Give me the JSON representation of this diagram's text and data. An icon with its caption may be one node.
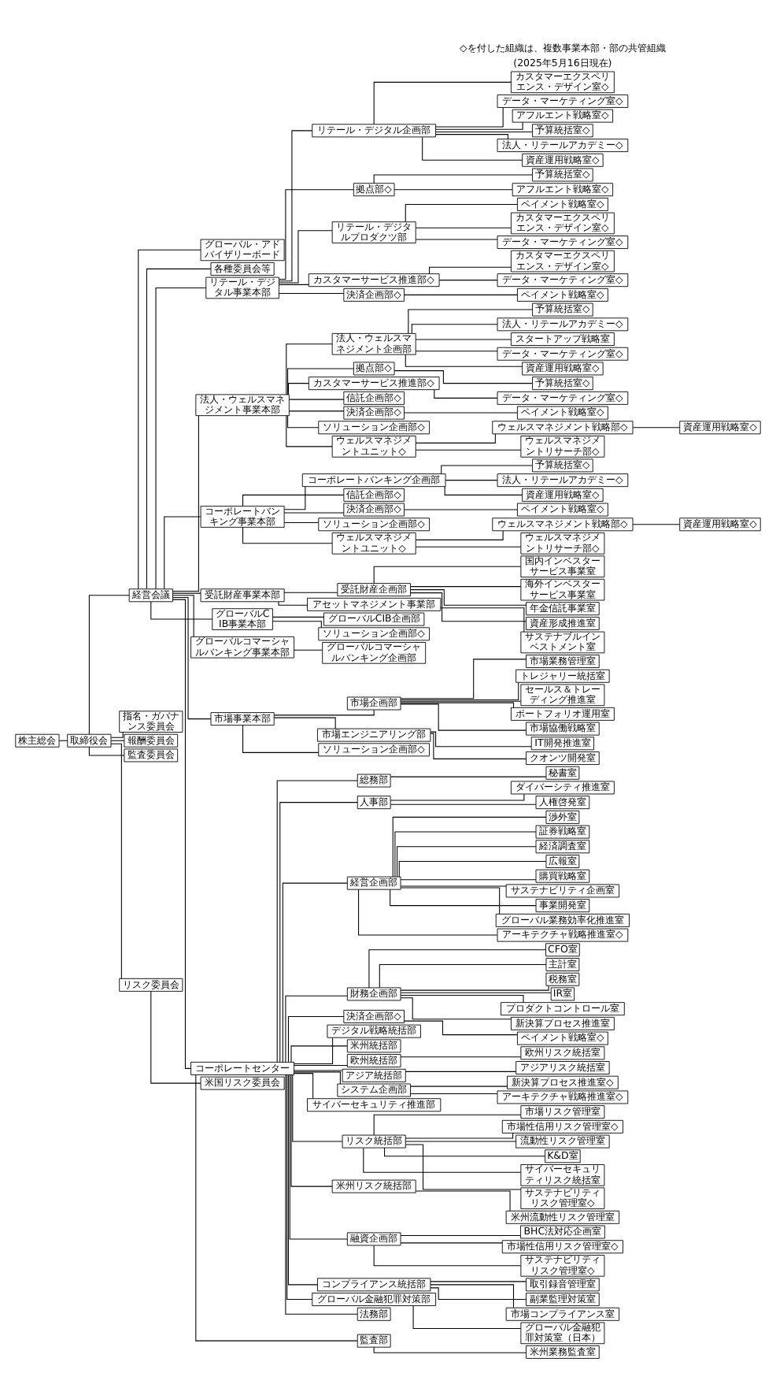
{
  "diagram": {
    "nodes": [
      {
        "text": [
          "株主総会"
        ]
      },
      {
        "text": [
          "取締役会"
        ]
      },
      {
        "text": [
          "経営会議"
        ]
      },
      {
        "text": [
          "グローバル・アドバイザリーボード"
        ]
      },
      {
        "text": [
          "各種委員会等"
        ]
      },
      {
        "text": [
          "指名・ガバナンス委員会"
        ]
      },
      {
        "text": [
          "報酬委員会"
        ]
      },
      {
        "text": [
          "監査委員会"
        ]
      },
      {
        "text": [
          "リスク委員会"
        ]
      },
      {
        "text": [
          "米国リスク委員会"
        ]
      },
      {
        "text": [
          "リテール・デジタル事業本部"
        ]
      },
      {
        "text": [
          "リテール・デジタル企画部"
        ]
      },
      {
        "text": [
          "カスタマーエクスペリエンス・デザイン室◇"
        ]
      },
      {
        "text": [
          "データ・マーケティング室◇"
        ]
      },
      {
        "text": [
          "アフルエント戦略室◇"
        ]
      },
      {
        "text": [
          "予算統括室◇"
        ]
      },
      {
        "text": [
          "法人・リテールアカデミー◇"
        ]
      },
      {
        "text": [
          "資産運用戦略室◇"
        ]
      },
      {
        "text": [
          "拠点部◇"
        ]
      },
      {
        "text": [
          "予算統括室◇"
        ]
      },
      {
        "text": [
          "アフルエント戦略室◇"
        ]
      },
      {
        "text": [
          "リテール・デジタルプロダクツ部"
        ]
      },
      {
        "text": [
          "ペイメント戦略室◇"
        ]
      },
      {
        "text": [
          "カスタマーエクスペリエンス・デザイン室◇"
        ]
      },
      {
        "text": [
          "データ・マーケティング室◇"
        ]
      },
      {
        "text": [
          "カスタマーサービス推進部◇"
        ]
      },
      {
        "text": [
          "カスタマーエクスペリエンス・デザイン室◇"
        ]
      },
      {
        "text": [
          "データ・マーケティング室◇"
        ]
      },
      {
        "text": [
          "決済企画部◇"
        ]
      },
      {
        "text": [
          "ペイメント戦略室◇"
        ]
      },
      {
        "text": [
          "法人・ウェルスマネジメント事業本部"
        ]
      },
      {
        "text": [
          "法人・ウェルスマネジメント企画部"
        ]
      },
      {
        "text": [
          "予算統括室◇"
        ]
      },
      {
        "text": [
          "法人・リテールアカデミー◇"
        ]
      },
      {
        "text": [
          "スタートアップ戦略室"
        ]
      },
      {
        "text": [
          "データ・マーケティング室◇"
        ]
      },
      {
        "text": [
          "資産運用戦略室◇"
        ]
      },
      {
        "text": [
          "拠点部◇"
        ]
      },
      {
        "text": [
          "予算統括室◇"
        ]
      },
      {
        "text": [
          "カスタマーサービス推進部◇"
        ]
      },
      {
        "text": [
          "データ・マーケティング室◇"
        ]
      },
      {
        "text": [
          "信託企画部◇"
        ]
      },
      {
        "text": [
          "決済企画部◇"
        ]
      },
      {
        "text": [
          "ペイメント戦略室◇"
        ]
      },
      {
        "text": [
          "ソリューション企画部◇"
        ]
      },
      {
        "text": [
          "ウェルスマネジメントユニット◇"
        ]
      },
      {
        "text": [
          "ウェルスマネジメント戦略部◇"
        ]
      },
      {
        "text": [
          "資産運用戦略室◇"
        ]
      },
      {
        "text": [
          "ウェルスマネジメントリサーチ部◇"
        ]
      },
      {
        "text": [
          "コーポレートバンキング事業本部"
        ]
      },
      {
        "text": [
          "コーポレートバンキング企画部"
        ]
      },
      {
        "text": [
          "予算統括室◇"
        ]
      },
      {
        "text": [
          "法人・リテールアカデミー◇"
        ]
      },
      {
        "text": [
          "資産運用戦略室◇"
        ]
      },
      {
        "text": [
          "信託企画部◇"
        ]
      },
      {
        "text": [
          "決済企画部◇"
        ]
      },
      {
        "text": [
          "ペイメント戦略室◇"
        ]
      },
      {
        "text": [
          "ソリューション企画部◇"
        ]
      },
      {
        "text": [
          "ウェルスマネジメントユニット◇"
        ]
      },
      {
        "text": [
          "ウェルスマネジメント戦略部◇"
        ]
      },
      {
        "text": [
          "資産運用戦略室◇"
        ]
      },
      {
        "text": [
          "ウェルスマネジメントリサーチ部◇"
        ]
      },
      {
        "text": [
          "受託財産事業本部"
        ]
      },
      {
        "text": [
          "受託財産企画部"
        ]
      },
      {
        "text": [
          "国内インベスターサービス事業室"
        ]
      },
      {
        "text": [
          "海外インベスターサービス事業室"
        ]
      },
      {
        "text": [
          "年金信託事業室"
        ]
      },
      {
        "text": [
          "資産形成推進室"
        ]
      },
      {
        "text": [
          "アセットマネジメント事業部"
        ]
      },
      {
        "text": [
          "サステナブルインベストメント室"
        ]
      },
      {
        "text": [
          "グローバルCIB事業本部"
        ]
      },
      {
        "text": [
          "グローバルCIB企画部"
        ]
      },
      {
        "text": [
          "ソリューション企画部◇"
        ]
      },
      {
        "text": [
          "グローバルコマーシャルバンキング事業本部"
        ]
      },
      {
        "text": [
          "グローバルコマーシャルバンキング企画部"
        ]
      },
      {
        "text": [
          "市場事業本部"
        ]
      },
      {
        "text": [
          "市場企画部"
        ]
      },
      {
        "text": [
          "市場業務管理室"
        ]
      },
      {
        "text": [
          "トレジャリー統括室"
        ]
      },
      {
        "text": [
          "セールス＆トレーディング推進室"
        ]
      },
      {
        "text": [
          "ポートフォリオ運用室"
        ]
      },
      {
        "text": [
          "市場協働戦略室"
        ]
      },
      {
        "text": [
          "市場エンジニアリング部"
        ]
      },
      {
        "text": [
          "IT開発推進室"
        ]
      },
      {
        "text": [
          "クオンツ開発室"
        ]
      },
      {
        "text": [
          "ソリューション企画部◇"
        ]
      },
      {
        "text": [
          "コーポレートセンター"
        ]
      },
      {
        "text": [
          "総務部"
        ]
      },
      {
        "text": [
          "秘書室"
        ]
      },
      {
        "text": [
          "人事部"
        ]
      },
      {
        "text": [
          "ダイバーシティ推進室"
        ]
      },
      {
        "text": [
          "人権啓発室"
        ]
      },
      {
        "text": [
          "経営企画部"
        ]
      },
      {
        "text": [
          "渉外室"
        ]
      },
      {
        "text": [
          "証券戦略室"
        ]
      },
      {
        "text": [
          "経済調査室"
        ]
      },
      {
        "text": [
          "広報室"
        ]
      },
      {
        "text": [
          "購買戦略室"
        ]
      },
      {
        "text": [
          "サステナビリティ企画室"
        ]
      },
      {
        "text": [
          "事業開発室"
        ]
      },
      {
        "text": [
          "グローバル業務効率化推進室"
        ]
      },
      {
        "text": [
          "アーキテクチャ戦略推進室◇"
        ]
      },
      {
        "text": [
          "財務企画部"
        ]
      },
      {
        "text": [
          "CFO室"
        ]
      },
      {
        "text": [
          "主計室"
        ]
      },
      {
        "text": [
          "税務室"
        ]
      },
      {
        "text": [
          "IR室"
        ]
      },
      {
        "text": [
          "プロダクトコントロール室"
        ]
      },
      {
        "text": [
          "新決算プロセス推進室"
        ]
      },
      {
        "text": [
          "決済企画部◇"
        ]
      },
      {
        "text": [
          "ペイメント戦略室◇"
        ]
      },
      {
        "text": [
          "デジタル戦略統括部"
        ]
      },
      {
        "text": [
          "米州統括部"
        ]
      },
      {
        "text": [
          "欧州統括部"
        ]
      },
      {
        "text": [
          "欧州リスク統括室"
        ]
      },
      {
        "text": [
          "アジア統括部"
        ]
      },
      {
        "text": [
          "アジアリスク統括室"
        ]
      },
      {
        "text": [
          "システム企画部"
        ]
      },
      {
        "text": [
          "新決算プロセス推進室◇"
        ]
      },
      {
        "text": [
          "アーキテクチャ戦略推進室◇"
        ]
      },
      {
        "text": [
          "サイバーセキュリティ推進部"
        ]
      },
      {
        "text": [
          "リスク統括部"
        ]
      },
      {
        "text": [
          "市場リスク管理室"
        ]
      },
      {
        "text": [
          "市場性信用リスク管理室◇"
        ]
      },
      {
        "text": [
          "流動性リスク管理室"
        ]
      },
      {
        "text": [
          "K&D室"
        ]
      },
      {
        "text": [
          "サイバーセキュリティリスク統括室"
        ]
      },
      {
        "text": [
          "サステナビリティリスク管理室◇"
        ]
      },
      {
        "text": [
          "米州リスク統括部"
        ]
      },
      {
        "text": [
          "米州流動性リスク管理室"
        ]
      },
      {
        "text": [
          "融資企画部"
        ]
      },
      {
        "text": [
          "BHC法対応企画室"
        ]
      },
      {
        "text": [
          "市場性信用リスク管理室◇"
        ]
      },
      {
        "text": [
          "サステナビリティリスク管理室◇"
        ]
      },
      {
        "text": [
          "コンプライアンス統括部"
        ]
      },
      {
        "text": [
          "取引録音管理室"
        ]
      },
      {
        "text": [
          "副業監理対策室"
        ]
      },
      {
        "text": [
          "市場コンプライアンス室"
        ]
      },
      {
        "text": [
          "グローバル金融犯罪対策部"
        ]
      },
      {
        "text": [
          "グローバル金融犯罪対策室（日本）"
        ]
      },
      {
        "text": [
          "法務部"
        ]
      },
      {
        "text": [
          "監査部"
        ]
      },
      {
        "text": [
          "米州業務監査室"
        ]
      }
    ],
    "edges": [
      {
        "from": 0,
        "to": 1,
        "arrow": "none"
      },
      {
        "from": 1,
        "to": 2,
        "arrow": "none"
      },
      {
        "from": 2,
        "to": 3,
        "arrow": "none"
      },
      {
        "from": 2,
        "to": 4,
        "arrow": "none"
      },
      {
        "from": 1,
        "to": 5,
        "arrow": "none"
      },
      {
        "from": 1,
        "to": 6,
        "arrow": "none"
      },
      {
        "from": 1,
        "to": 7,
        "arrow": "none"
      },
      {
        "from": 1,
        "to": 8,
        "arrow": "none"
      },
      {
        "from": 8,
        "to": 9,
        "arrow": "none"
      },
      {
        "from": 2,
        "to": 10,
        "arrow": "none"
      },
      {
        "from": 2,
        "to": 30,
        "arrow": "none"
      },
      {
        "from": 2,
        "to": 49,
        "arrow": "none"
      },
      {
        "from": 2,
        "to": 62,
        "arrow": "none"
      },
      {
        "from": 2,
        "to": 70,
        "arrow": "none"
      },
      {
        "from": 2,
        "to": 73,
        "arrow": "none"
      },
      {
        "from": 2,
        "to": 75,
        "arrow": "none"
      },
      {
        "from": 2,
        "to": 86,
        "arrow": "none"
      },
      {
        "from": 10,
        "to": 11,
        "arrow": "none"
      },
      {
        "from": 11,
        "to": 12,
        "arrow": "none"
      },
      {
        "from": 11,
        "to": 13,
        "arrow": "none"
      },
      {
        "from": 11,
        "to": 14,
        "arrow": "none"
      },
      {
        "from": 11,
        "to": 15,
        "arrow": "none"
      },
      {
        "from": 11,
        "to": 16,
        "arrow": "none"
      },
      {
        "from": 11,
        "to": 17,
        "arrow": "none"
      },
      {
        "from": 10,
        "to": 18,
        "arrow": "none"
      },
      {
        "from": 18,
        "to": 19,
        "arrow": "none"
      },
      {
        "from": 18,
        "to": 20,
        "arrow": "none"
      },
      {
        "from": 10,
        "to": 21,
        "arrow": "none"
      },
      {
        "from": 21,
        "to": 22,
        "arrow": "none"
      },
      {
        "from": 21,
        "to": 23,
        "arrow": "none"
      },
      {
        "from": 21,
        "to": 24,
        "arrow": "none"
      },
      {
        "from": 10,
        "to": 25,
        "arrow": "none"
      },
      {
        "from": 25,
        "to": 26,
        "arrow": "none"
      },
      {
        "from": 25,
        "to": 27,
        "arrow": "none"
      },
      {
        "from": 10,
        "to": 28,
        "arrow": "none"
      },
      {
        "from": 28,
        "to": 29,
        "arrow": "none"
      },
      {
        "from": 30,
        "to": 31,
        "arrow": "none"
      },
      {
        "from": 31,
        "to": 32,
        "arrow": "none"
      },
      {
        "from": 31,
        "to": 33,
        "arrow": "none"
      },
      {
        "from": 31,
        "to": 34,
        "arrow": "none"
      },
      {
        "from": 31,
        "to": 35,
        "arrow": "none"
      },
      {
        "from": 31,
        "to": 36,
        "arrow": "none"
      },
      {
        "from": 30,
        "to": 37,
        "arrow": "none"
      },
      {
        "from": 37,
        "to": 38,
        "arrow": "none"
      },
      {
        "from": 30,
        "to": 39,
        "arrow": "none"
      },
      {
        "from": 39,
        "to": 40,
        "arrow": "none"
      },
      {
        "from": 30,
        "to": 41,
        "arrow": "none"
      },
      {
        "from": 30,
        "to": 42,
        "arrow": "none"
      },
      {
        "from": 42,
        "to": 43,
        "arrow": "none"
      },
      {
        "from": 30,
        "to": 44,
        "arrow": "none"
      },
      {
        "from": 30,
        "to": 45,
        "arrow": "none"
      },
      {
        "from": 45,
        "to": 46,
        "arrow": "none"
      },
      {
        "from": 46,
        "to": 47,
        "arrow": "none"
      },
      {
        "from": 45,
        "to": 48,
        "arrow": "none"
      },
      {
        "from": 49,
        "to": 50,
        "arrow": "none"
      },
      {
        "from": 50,
        "to": 51,
        "arrow": "none"
      },
      {
        "from": 50,
        "to": 52,
        "arrow": "none"
      },
      {
        "from": 50,
        "to": 53,
        "arrow": "none"
      },
      {
        "from": 49,
        "to": 54,
        "arrow": "none"
      },
      {
        "from": 49,
        "to": 55,
        "arrow": "none"
      },
      {
        "from": 55,
        "to": 56,
        "arrow": "none"
      },
      {
        "from": 49,
        "to": 57,
        "arrow": "none"
      },
      {
        "from": 49,
        "to": 58,
        "arrow": "none"
      },
      {
        "from": 58,
        "to": 59,
        "arrow": "none"
      },
      {
        "from": 59,
        "to": 60,
        "arrow": "none"
      },
      {
        "from": 58,
        "to": 61,
        "arrow": "none"
      },
      {
        "from": 62,
        "to": 63,
        "arrow": "none"
      },
      {
        "from": 63,
        "to": 64,
        "arrow": "none"
      },
      {
        "from": 63,
        "to": 65,
        "arrow": "none"
      },
      {
        "from": 63,
        "to": 66,
        "arrow": "none"
      },
      {
        "from": 63,
        "to": 67,
        "arrow": "none"
      },
      {
        "from": 62,
        "to": 68,
        "arrow": "none"
      },
      {
        "from": 68,
        "to": 69,
        "arrow": "none"
      },
      {
        "from": 70,
        "to": 71,
        "arrow": "none"
      },
      {
        "from": 70,
        "to": 72,
        "arrow": "none"
      },
      {
        "from": 73,
        "to": 74,
        "arrow": "none"
      },
      {
        "from": 75,
        "to": 76,
        "arrow": "none"
      },
      {
        "from": 76,
        "to": 77,
        "arrow": "none"
      },
      {
        "from": 76,
        "to": 78,
        "arrow": "none"
      },
      {
        "from": 76,
        "to": 79,
        "arrow": "none"
      },
      {
        "from": 76,
        "to": 80,
        "arrow": "none"
      },
      {
        "from": 76,
        "to": 81,
        "arrow": "none"
      },
      {
        "from": 75,
        "to": 82,
        "arrow": "none"
      },
      {
        "from": 82,
        "to": 83,
        "arrow": "none"
      },
      {
        "from": 82,
        "to": 84,
        "arrow": "none"
      },
      {
        "from": 75,
        "to": 85,
        "arrow": "none"
      },
      {
        "from": 86,
        "to": 87,
        "arrow": "none"
      },
      {
        "from": 87,
        "to": 88,
        "arrow": "none"
      },
      {
        "from": 86,
        "to": 89,
        "arrow": "none"
      },
      {
        "from": 89,
        "to": 90,
        "arrow": "none"
      },
      {
        "from": 89,
        "to": 91,
        "arrow": "none"
      },
      {
        "from": 86,
        "to": 92,
        "arrow": "none"
      },
      {
        "from": 92,
        "to": 93,
        "arrow": "none"
      },
      {
        "from": 92,
        "to": 94,
        "arrow": "none"
      },
      {
        "from": 92,
        "to": 95,
        "arrow": "none"
      },
      {
        "from": 92,
        "to": 96,
        "arrow": "none"
      },
      {
        "from": 92,
        "to": 97,
        "arrow": "none"
      },
      {
        "from": 92,
        "to": 98,
        "arrow": "none"
      },
      {
        "from": 92,
        "to": 99,
        "arrow": "none"
      },
      {
        "from": 92,
        "to": 100,
        "arrow": "none"
      },
      {
        "from": 92,
        "to": 101,
        "arrow": "none"
      },
      {
        "from": 86,
        "to": 102,
        "arrow": "none"
      },
      {
        "from": 102,
        "to": 103,
        "arrow": "none"
      },
      {
        "from": 102,
        "to": 104,
        "arrow": "none"
      },
      {
        "from": 102,
        "to": 105,
        "arrow": "none"
      },
      {
        "from": 102,
        "to": 106,
        "arrow": "none"
      },
      {
        "from": 102,
        "to": 107,
        "arrow": "none"
      },
      {
        "from": 102,
        "to": 108,
        "arrow": "none"
      },
      {
        "from": 86,
        "to": 109,
        "arrow": "none"
      },
      {
        "from": 109,
        "to": 110,
        "arrow": "none"
      },
      {
        "from": 86,
        "to": 111,
        "arrow": "none"
      },
      {
        "from": 86,
        "to": 112,
        "arrow": "none"
      },
      {
        "from": 86,
        "to": 113,
        "arrow": "none"
      },
      {
        "from": 113,
        "to": 114,
        "arrow": "none"
      },
      {
        "from": 86,
        "to": 115,
        "arrow": "none"
      },
      {
        "from": 115,
        "to": 116,
        "arrow": "none"
      },
      {
        "from": 86,
        "to": 117,
        "arrow": "none"
      },
      {
        "from": 117,
        "to": 118,
        "arrow": "none"
      },
      {
        "from": 117,
        "to": 119,
        "arrow": "none"
      },
      {
        "from": 86,
        "to": 120,
        "arrow": "none"
      },
      {
        "from": 86,
        "to": 121,
        "arrow": "none"
      },
      {
        "from": 121,
        "to": 122,
        "arrow": "none"
      },
      {
        "from": 121,
        "to": 123,
        "arrow": "none"
      },
      {
        "from": 121,
        "to": 124,
        "arrow": "none"
      },
      {
        "from": 121,
        "to": 125,
        "arrow": "none"
      },
      {
        "from": 121,
        "to": 126,
        "arrow": "none"
      },
      {
        "from": 121,
        "to": 127,
        "arrow": "none"
      },
      {
        "from": 86,
        "to": 128,
        "arrow": "none"
      },
      {
        "from": 128,
        "to": 129,
        "arrow": "none"
      },
      {
        "from": 86,
        "to": 130,
        "arrow": "none"
      },
      {
        "from": 130,
        "to": 131,
        "arrow": "none"
      },
      {
        "from": 130,
        "to": 132,
        "arrow": "none"
      },
      {
        "from": 130,
        "to": 133,
        "arrow": "none"
      },
      {
        "from": 86,
        "to": 134,
        "arrow": "none"
      },
      {
        "from": 134,
        "to": 135,
        "arrow": "none"
      },
      {
        "from": 134,
        "to": 136,
        "arrow": "none"
      },
      {
        "from": 134,
        "to": 137,
        "arrow": "none"
      },
      {
        "from": 86,
        "to": 138,
        "arrow": "none"
      },
      {
        "from": 138,
        "to": 139,
        "arrow": "none"
      },
      {
        "from": 86,
        "to": 140,
        "arrow": "none"
      },
      {
        "from": 86,
        "to": 141,
        "arrow": "none"
      },
      {
        "from": 141,
        "to": 142,
        "arrow": "none"
      }
    ],
    "labels": [
      "(2025年5月16日現在)",
      "◇を付した組織は、複数事業本部・部の共管組織"
    ]
  }
}
